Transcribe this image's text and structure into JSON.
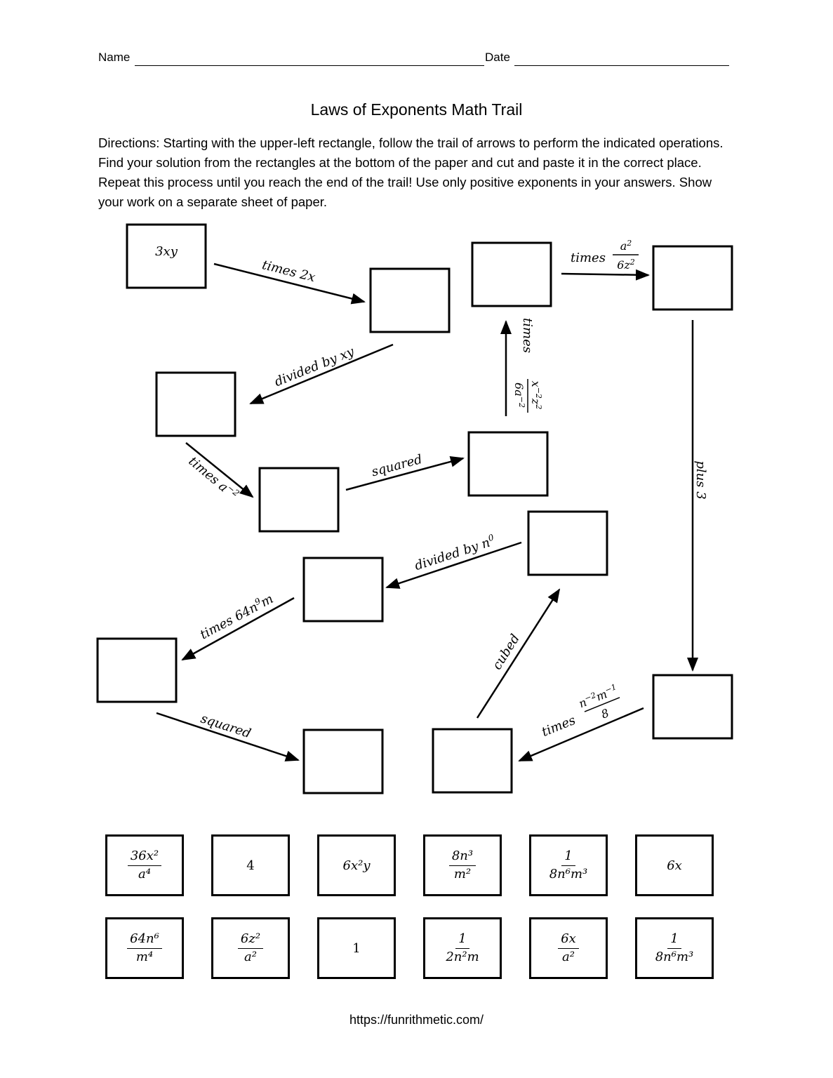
{
  "header": {
    "name_label": "Name",
    "date_label": "Date"
  },
  "title": "Laws of Exponents Math Trail",
  "directions": {
    "label": "Directions",
    "text": ": Starting with the upper-left rectangle, follow the trail of arrows to perform the indicated operations.  Find your solution from the rectangles at the bottom of the paper and cut and paste it in the correct place.  Repeat this process until you reach the end of the trail!  Use only positive exponents in your answers. Show your work on a separate sheet of paper."
  },
  "trail": {
    "start_value": "3xy",
    "operations": [
      "times 2x",
      "divided by xy",
      "times a⁻²",
      "squared",
      "times x⁻²z² / 6a⁻²",
      "times a² / 6z²",
      "plus 3",
      "times n⁻²m⁻¹ / 8",
      "cubed",
      "divided by n⁰",
      "times 64n⁹m",
      "squared"
    ]
  },
  "answer_cards": [
    {
      "num": "36x²",
      "den": "a⁴"
    },
    {
      "text": "4"
    },
    {
      "text": "6x²y"
    },
    {
      "num": "8n³",
      "den": "m²"
    },
    {
      "num": "1",
      "den": "8n⁶m³"
    },
    {
      "text": "6x"
    },
    {
      "num": "64n⁶",
      "den": "m⁴"
    },
    {
      "num": "6z²",
      "den": "a²"
    },
    {
      "text": "1"
    },
    {
      "num": "1",
      "den": "2n²m"
    },
    {
      "num": "6x",
      "den": "a²"
    },
    {
      "num": "1",
      "den": "8n⁶m³"
    }
  ],
  "footer": "https://funrithmetic.com/"
}
